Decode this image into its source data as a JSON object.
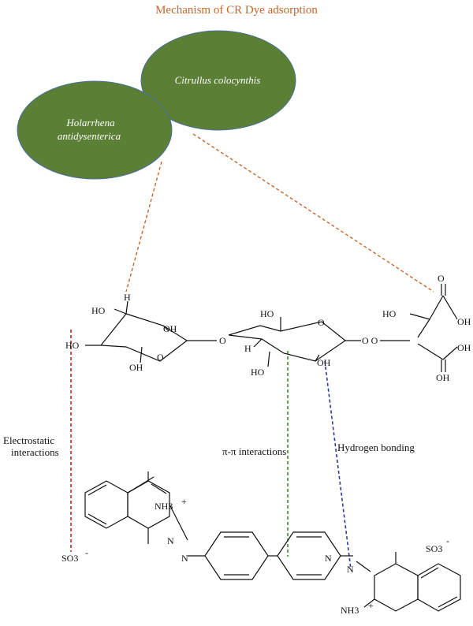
{
  "title": "Mechanism of CR Dye adsorption",
  "colors": {
    "title": "#c8662a",
    "blob_fill": "#5a7f35",
    "blob_stroke": "#4a6fa0",
    "orange_dash": "#c8662a",
    "red_dash": "#d62020",
    "green_dash": "#3d8a2a",
    "blue_dash": "#2a3a9a"
  },
  "blobs": {
    "citrullus": "Citrullus colocynthis",
    "holarrhena_line1": "Holarrhena",
    "holarrhena_line2": "antidysenterica"
  },
  "interactions": {
    "electrostatic_line1": "Electrostatic",
    "electrostatic_line2": "interactions",
    "pi_pi": "π-π  interactions",
    "hydrogen": "Hydrogen bonding"
  },
  "atoms": {
    "h": "H",
    "ho": "HO",
    "oh": "OH",
    "o": "O",
    "oo": "O O",
    "so3": "SO3",
    "minus": "-",
    "nh3": "NH3",
    "plus": "+",
    "n": "N",
    "three": "3"
  }
}
